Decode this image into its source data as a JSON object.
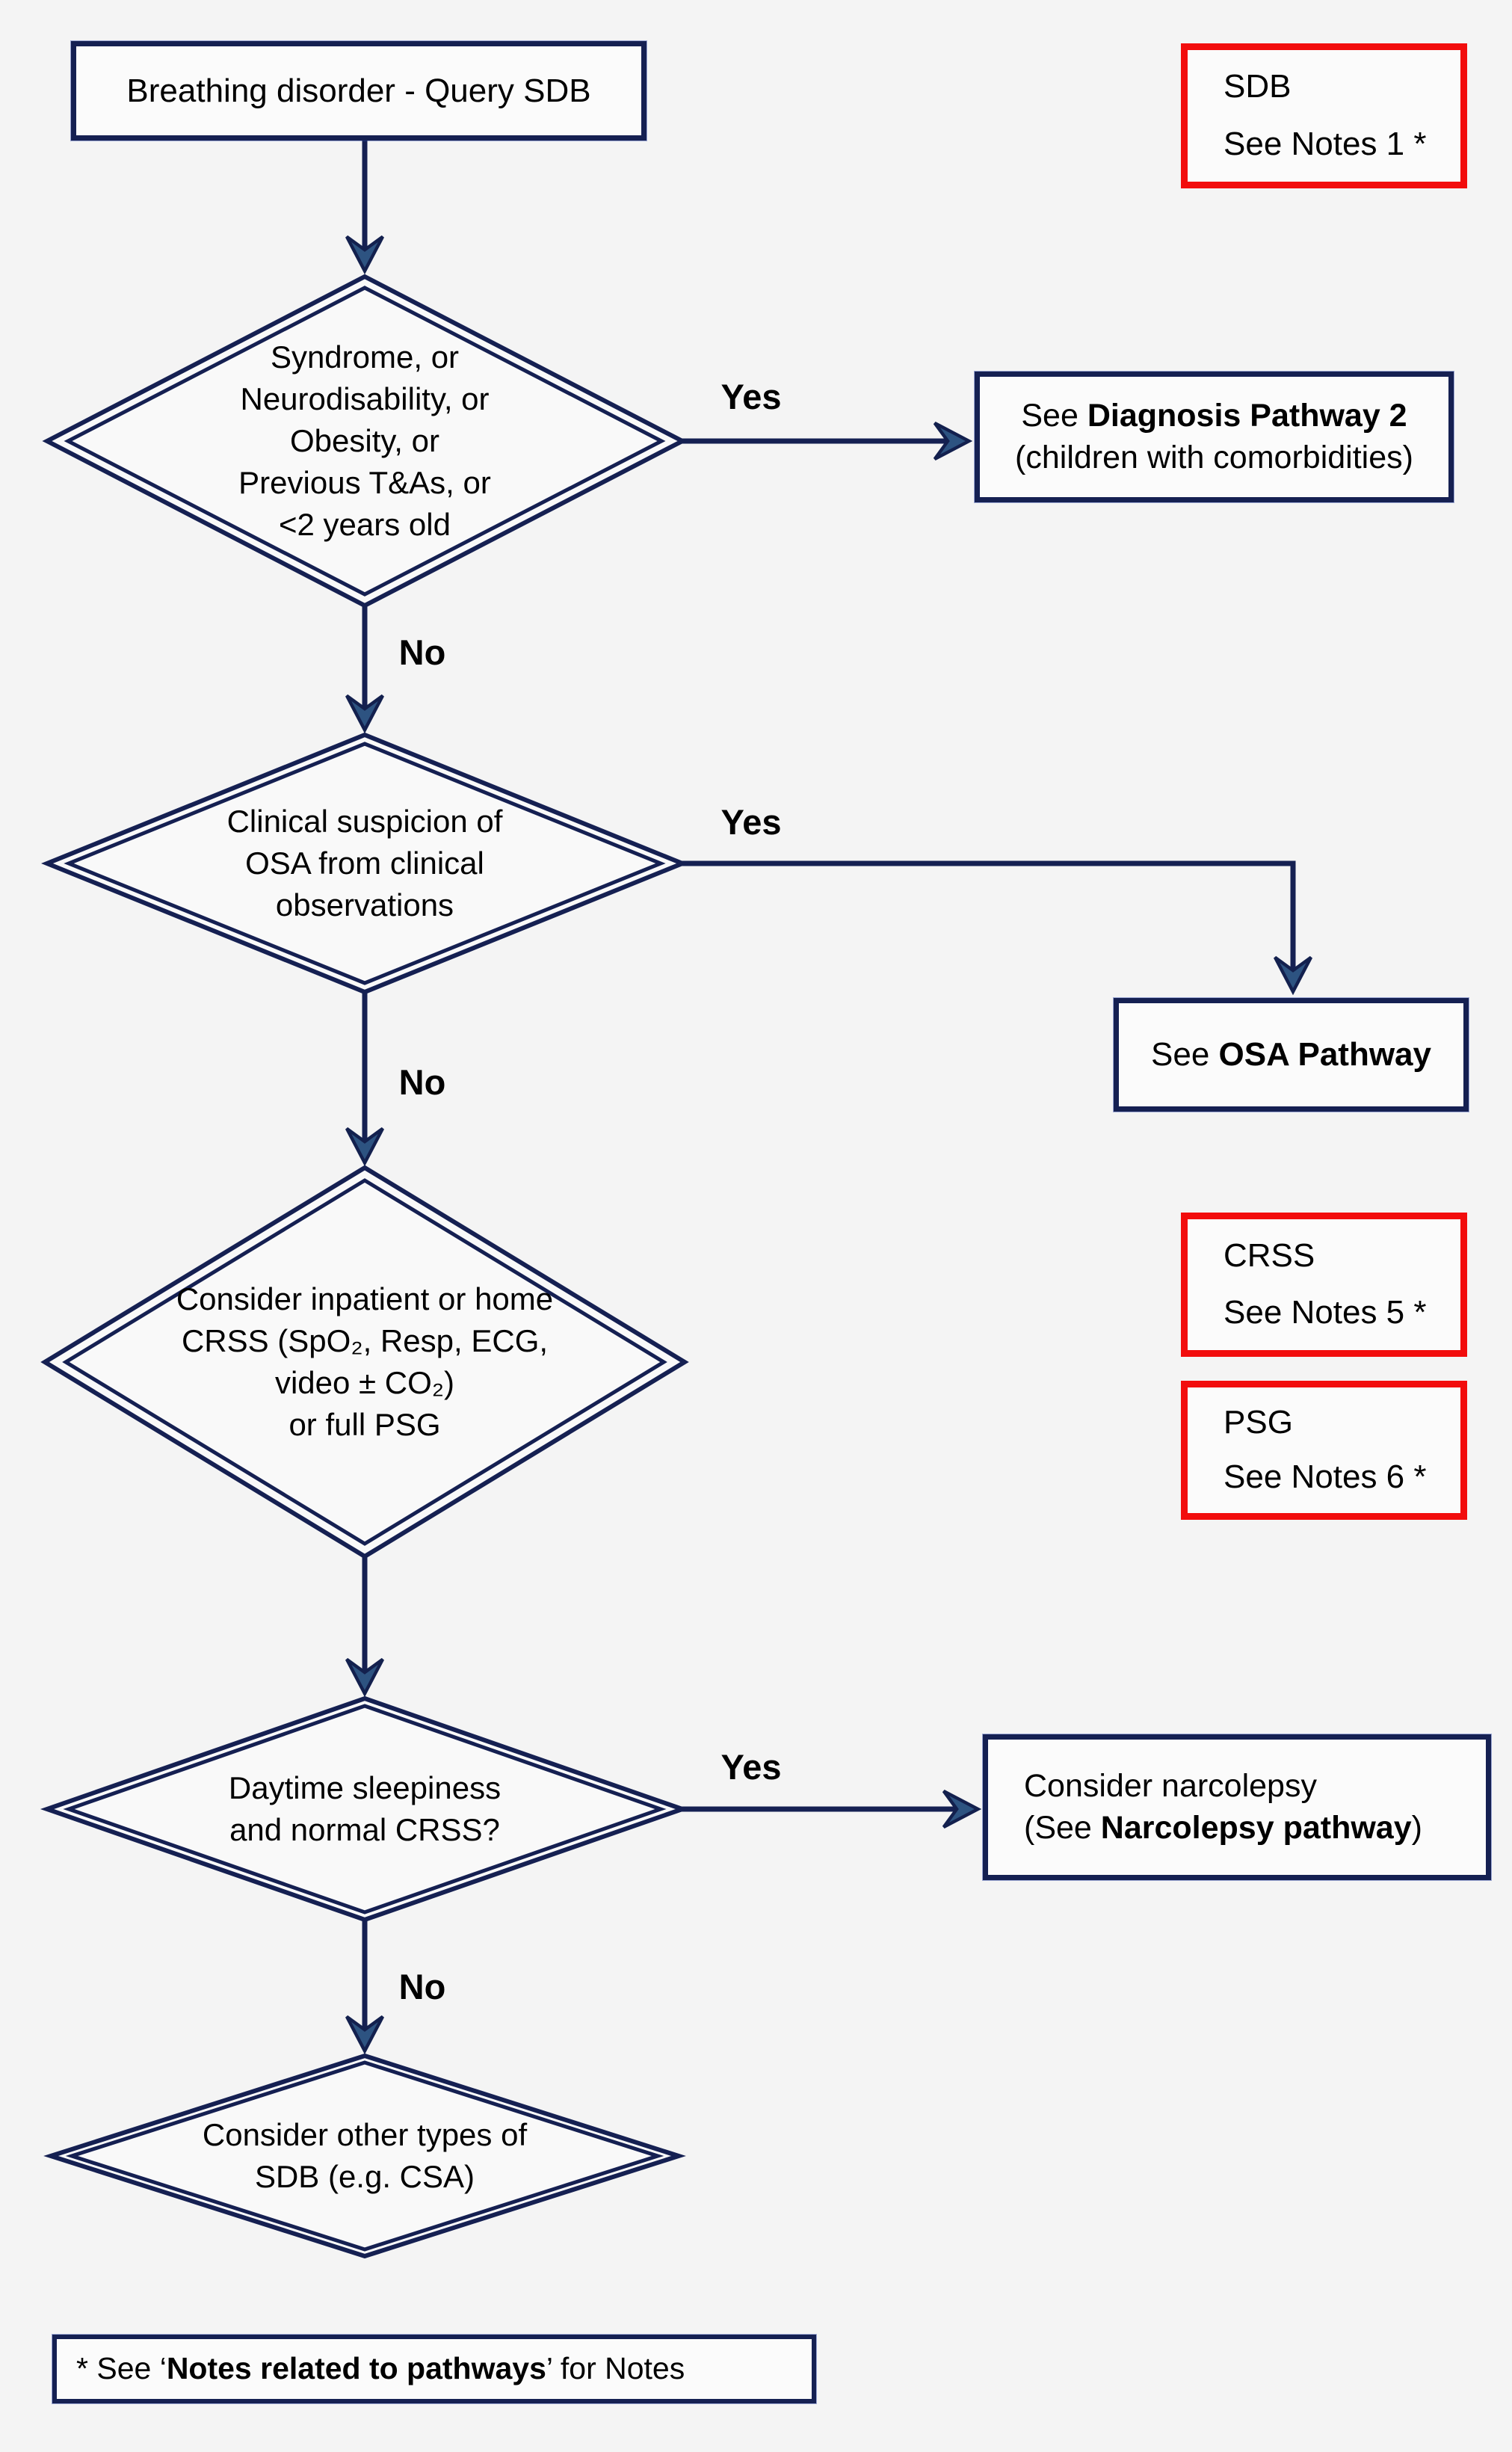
{
  "colors": {
    "navy": "#152052",
    "red": "#f20d0d",
    "background": "#f4f4f4",
    "arrowhead_fill": "#2d5381",
    "text": "#000000"
  },
  "start": {
    "label": "Breathing disorder - Query SDB"
  },
  "side_notes": {
    "sdb": {
      "title": "SDB",
      "note": "See Notes 1 *"
    },
    "crss": {
      "title": "CRSS",
      "note": "See Notes 5 *"
    },
    "psg": {
      "title": "PSG",
      "note": "See Notes 6 *"
    }
  },
  "decisions": {
    "comorbidity": {
      "text": "Syndrome, or\nNeurodisability, or\nObesity, or\nPrevious T&As, or\n<2 years old"
    },
    "osa_suspicion": {
      "text": "Clinical suspicion of\nOSA from clinical\nobservations"
    },
    "crss_psg": {
      "text": "Consider inpatient or home\nCRSS (SpO₂, Resp, ECG,\nvideo ± CO₂)\nor full PSG"
    },
    "daytime": {
      "text": "Daytime sleepiness\nand normal CRSS?"
    },
    "other_sdb": {
      "text": "Consider other types of\nSDB (e.g. CSA)"
    }
  },
  "outcomes": {
    "diagnosis_pathway_2": {
      "prefix": "See ",
      "bold": "Diagnosis Pathway 2",
      "line2": "(children with comorbidities)"
    },
    "osa_pathway": {
      "prefix": "See ",
      "bold": "OSA Pathway"
    },
    "narcolepsy": {
      "line1": "Consider narcolepsy",
      "line2_prefix": "(See ",
      "line2_bold": "Narcolepsy pathway",
      "line2_suffix": ")"
    }
  },
  "labels": {
    "yes": "Yes",
    "no": "No"
  },
  "footnote": {
    "prefix": "* See ‘",
    "bold": "Notes related to pathways",
    "suffix": "’ for Notes"
  }
}
